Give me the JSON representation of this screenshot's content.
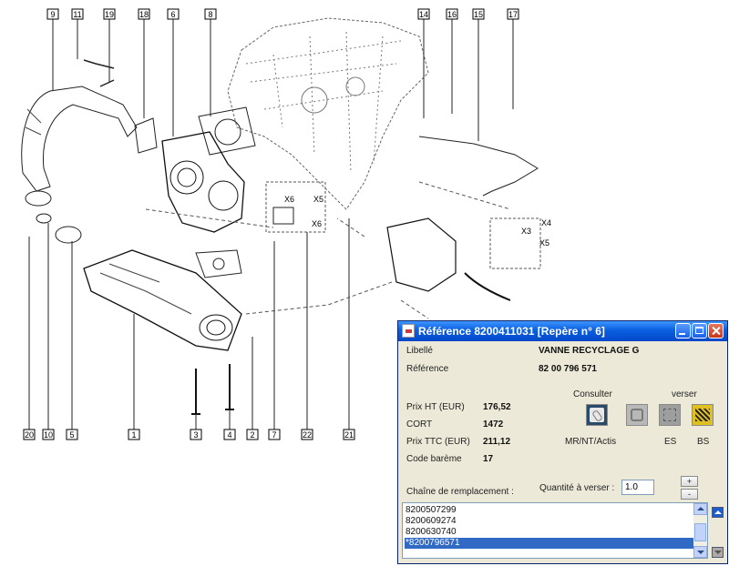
{
  "callouts": {
    "top": [
      "9",
      "11",
      "19",
      "18",
      "6",
      "8",
      "14",
      "16",
      "15",
      "17"
    ],
    "bottom": [
      "20",
      "10",
      "5",
      "1",
      "3",
      "4",
      "2",
      "7",
      "22",
      "21"
    ]
  },
  "connector_labels": {
    "x6a": "X6",
    "x5a": "X5",
    "x6b": "X6",
    "x4": "X4",
    "x3": "X3",
    "x5b": "X5"
  },
  "window": {
    "title": "Référence 8200411031 [Repère n° 6]",
    "colors": {
      "titlebar": "#0a5fe0",
      "body": "#ece9d8",
      "selection": "#316ac5"
    }
  },
  "info": {
    "libelle_label": "Libellé",
    "libelle_value": "VANNE RECYCLAGE G",
    "reference_label": "Référence",
    "reference_value": "82 00 796 571"
  },
  "prices": {
    "ht_label": "Prix HT (EUR)",
    "ht_value": "176,52",
    "cort_label": "CORT",
    "cort_value": "1472",
    "ttc_label": "Prix TTC (EUR)",
    "ttc_value": "211,12",
    "bareme_label": "Code barème",
    "bareme_value": "17"
  },
  "actions": {
    "consulter_label": "Consulter",
    "verser_label": "verser",
    "mr_label": "MR/NT/Actis",
    "es_label": "ES",
    "bs_label": "BS",
    "tiles": [
      "picture-icon",
      "engine-icon",
      "parts-diagram-icon",
      "bs-icon"
    ]
  },
  "quantity": {
    "label": "Quantité à verser :",
    "value": "1.0",
    "plus": "+",
    "minus": "-"
  },
  "chain": {
    "label": "Chaîne de remplacement :",
    "items": [
      "8200507299",
      "8200609274",
      "8200630740",
      "*8200796571"
    ],
    "selected_index": 3
  }
}
